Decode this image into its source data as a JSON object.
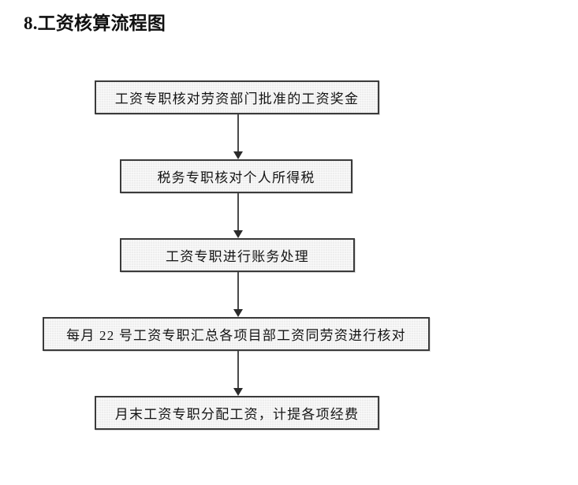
{
  "document": {
    "title": "8.工资核算流程图"
  },
  "flowchart": {
    "type": "vertical-process-flow",
    "node_fill_color": "#eeeeee",
    "node_border_color": "#3b3b3b",
    "connector_color": "#2b2b2b",
    "nodes": [
      {
        "id": "node-1",
        "label": "工资专职核对劳资部门批准的工资奖金"
      },
      {
        "id": "node-2",
        "label": "税务专职核对个人所得税"
      },
      {
        "id": "node-3",
        "label": "工资专职进行账务处理"
      },
      {
        "id": "node-4",
        "label": "每月 22 号工资专职汇总各项目部工资同劳资进行核对"
      },
      {
        "id": "node-5",
        "label": "月末工资专职分配工资，计提各项经费"
      }
    ],
    "connectors": [
      {
        "from": "node-1",
        "to": "node-2",
        "arrow": "down"
      },
      {
        "from": "node-2",
        "to": "node-3",
        "arrow": "down"
      },
      {
        "from": "node-3",
        "to": "node-4",
        "arrow": "down"
      },
      {
        "from": "node-4",
        "to": "node-5",
        "arrow": "down"
      }
    ]
  }
}
